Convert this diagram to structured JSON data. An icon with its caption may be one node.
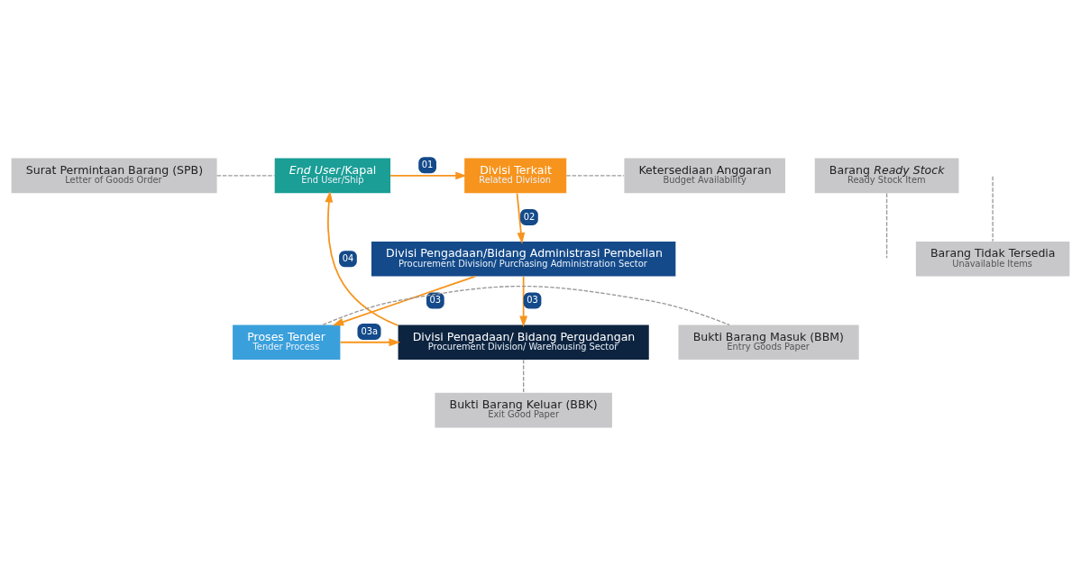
{
  "diagram": {
    "nodes": [
      {
        "text": [
          "*End User*/Kapal",
          "End User/Ship"
        ]
      },
      {
        "text": [
          "Divisi Terkait",
          "Related Division"
        ]
      },
      {
        "text": [
          "Divisi Pengadaan/Bidang Administrasi Pembelian",
          "Procurement Division/ Purchasing Administration Sector"
        ]
      },
      {
        "text": [
          "Divisi Pengadaan/ Bidang Pergudangan",
          "Procurement Division/ Warehousing Sector"
        ]
      },
      {
        "text": [
          "Proses Tender",
          "Tender Process"
        ]
      },
      {
        "text": [
          "Surat Permintaan Barang (SPB)",
          "Letter of Goods Order"
        ]
      },
      {
        "text": [
          "Ketersediaan Anggaran",
          "Budget Availability"
        ]
      },
      {
        "text": [
          "Barang *Ready Stock*",
          "Ready Stock Item"
        ]
      },
      {
        "text": [
          "Barang Tidak Tersedia",
          "Unavailable Items"
        ]
      },
      {
        "text": [
          "Bukti Barang Masuk (BBM)",
          "Entry Goods Paper"
        ]
      },
      {
        "text": [
          "Bukti Barang Keluar (BBK)",
          "Exit Good Paper"
        ]
      }
    ],
    "edges": [
      {
        "from": 0,
        "to": 1,
        "arrow": "to",
        "label": "01"
      },
      {
        "from": 1,
        "to": 2,
        "arrow": "to",
        "label": "02"
      },
      {
        "from": 2,
        "to": 3,
        "arrow": "to",
        "label": "03"
      },
      {
        "from": 2,
        "to": 4,
        "arrow": "to",
        "label": "03"
      },
      {
        "from": 4,
        "to": 3,
        "arrow": "to",
        "label": "03a"
      },
      {
        "from": 3,
        "to": 0,
        "arrow": "to",
        "label": "04"
      },
      {
        "from": 5,
        "to": 0,
        "arrow": "none",
        "style": "dashed",
        "color": "#999999"
      },
      {
        "from": 1,
        "to": 6,
        "arrow": "none",
        "style": "dashed",
        "color": "#999999"
      },
      {
        "from": 7,
        "to": null,
        "arrow": "none",
        "style": "dashed",
        "color": "#999999"
      },
      {
        "from": null,
        "to": 8,
        "arrow": "none",
        "style": "dashed",
        "color": "#999999"
      },
      {
        "from": 4,
        "to": 9,
        "arrow": "none",
        "style": "dashed",
        "color": "#999999"
      },
      {
        "from": 3,
        "to": 10,
        "arrow": "none",
        "style": "dashed",
        "color": "#999999"
      }
    ]
  }
}
